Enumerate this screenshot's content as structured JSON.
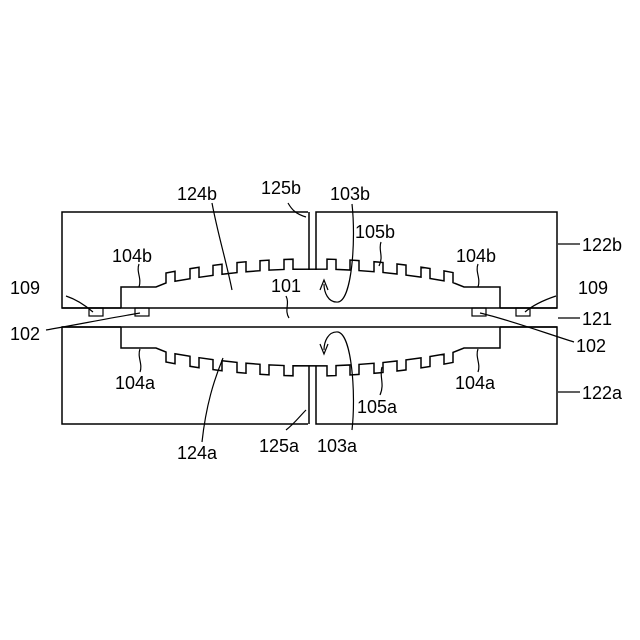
{
  "labels": {
    "l_124b": "124b",
    "l_125b": "125b",
    "l_103b": "103b",
    "l_105b": "105b",
    "l_104b_left": "104b",
    "l_104b_right": "104b",
    "l_122b": "122b",
    "l_109_left": "109",
    "l_101": "101",
    "l_109_right": "109",
    "l_102_left": "102",
    "l_121": "121",
    "l_102_right": "102",
    "l_104a_left": "104a",
    "l_104a_right": "104a",
    "l_122a": "122a",
    "l_105a": "105a",
    "l_124a": "124a",
    "l_125a": "125a",
    "l_103a": "103a"
  }
}
